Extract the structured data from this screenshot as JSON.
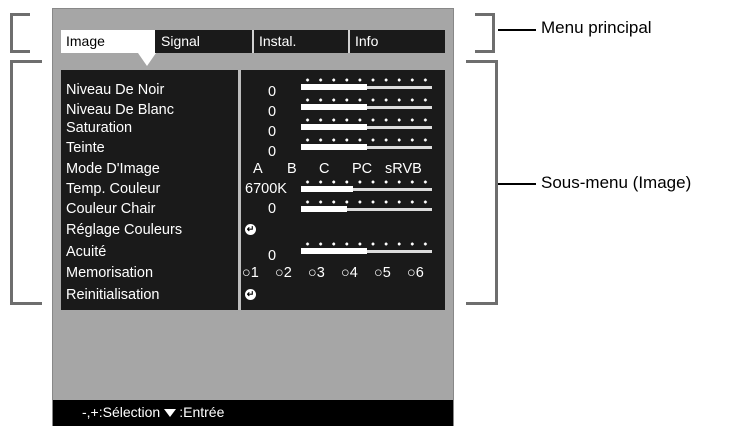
{
  "tabs": [
    {
      "label": "Image",
      "active": true
    },
    {
      "label": "Signal",
      "active": false
    },
    {
      "label": "Instal.",
      "active": false
    },
    {
      "label": "Info",
      "active": false
    }
  ],
  "items": {
    "niveau_noir": {
      "label": "Niveau De Noir",
      "value": "0",
      "level": 0.5
    },
    "niveau_blanc": {
      "label": "Niveau De Blanc",
      "value": "0",
      "level": 0.5
    },
    "saturation": {
      "label": "Saturation",
      "value": "0",
      "level": 0.5
    },
    "teinte": {
      "label": "Teinte",
      "value": "0",
      "level": 0.5
    },
    "mode_image": {
      "label": "Mode D'Image",
      "options": [
        "A",
        "B",
        "C",
        "PC",
        "sRVB"
      ]
    },
    "temp_couleur": {
      "label": "Temp. Couleur",
      "value": "6700K",
      "level": 0.4
    },
    "couleur_chair": {
      "label": "Couleur Chair",
      "value": "0",
      "level": 0.35
    },
    "reglage_couleurs": {
      "label": "Réglage Couleurs"
    },
    "acuite": {
      "label": "Acuité",
      "value": "0",
      "level": 0.5
    },
    "memorisation": {
      "label": "Memorisation",
      "slots": [
        "1",
        "2",
        "3",
        "4",
        "5",
        "6"
      ]
    },
    "reinitialisation": {
      "label": "Reinitialisation"
    }
  },
  "footer": {
    "select": "-,+:Sélection",
    "enter": ":Entrée"
  },
  "annotations": {
    "menu_principal": "Menu principal",
    "sous_menu": "Sous-menu (Image)"
  },
  "icons": {
    "enter": "enter-return-icon",
    "footer_arrow": "triangle-down-icon",
    "slot": "radio-circle-icon"
  }
}
